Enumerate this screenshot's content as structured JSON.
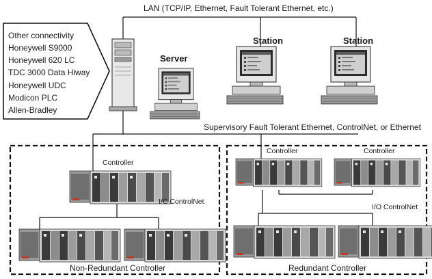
{
  "lan_label": "LAN (TCP/IP, Ethernet, Fault Tolerant Ethernet, etc.)",
  "connectivity": {
    "items": [
      "Other connectivity",
      "Honeywell S9000",
      "Honeywell 620 LC",
      "TDC 3000 Data Hiway",
      "Honeywell UDC",
      "Modicon PLC",
      "Allen-Bradley"
    ]
  },
  "server_label": "Server",
  "station_left_label": "Station",
  "station_right_label": "Station",
  "supervisory_label": "Supervisory Fault Tolerant Ethernet, ControlNet, or Ethernet",
  "non_redundant": {
    "controller_label": "Controller",
    "io_label": "I/C ControlNet",
    "caption": "Non-Redundant Controller"
  },
  "redundant": {
    "controller_left_label": "Controller",
    "controller_right_label": "Controller",
    "io_label": "I/O ControlNet",
    "caption": "Redundant Controller"
  }
}
